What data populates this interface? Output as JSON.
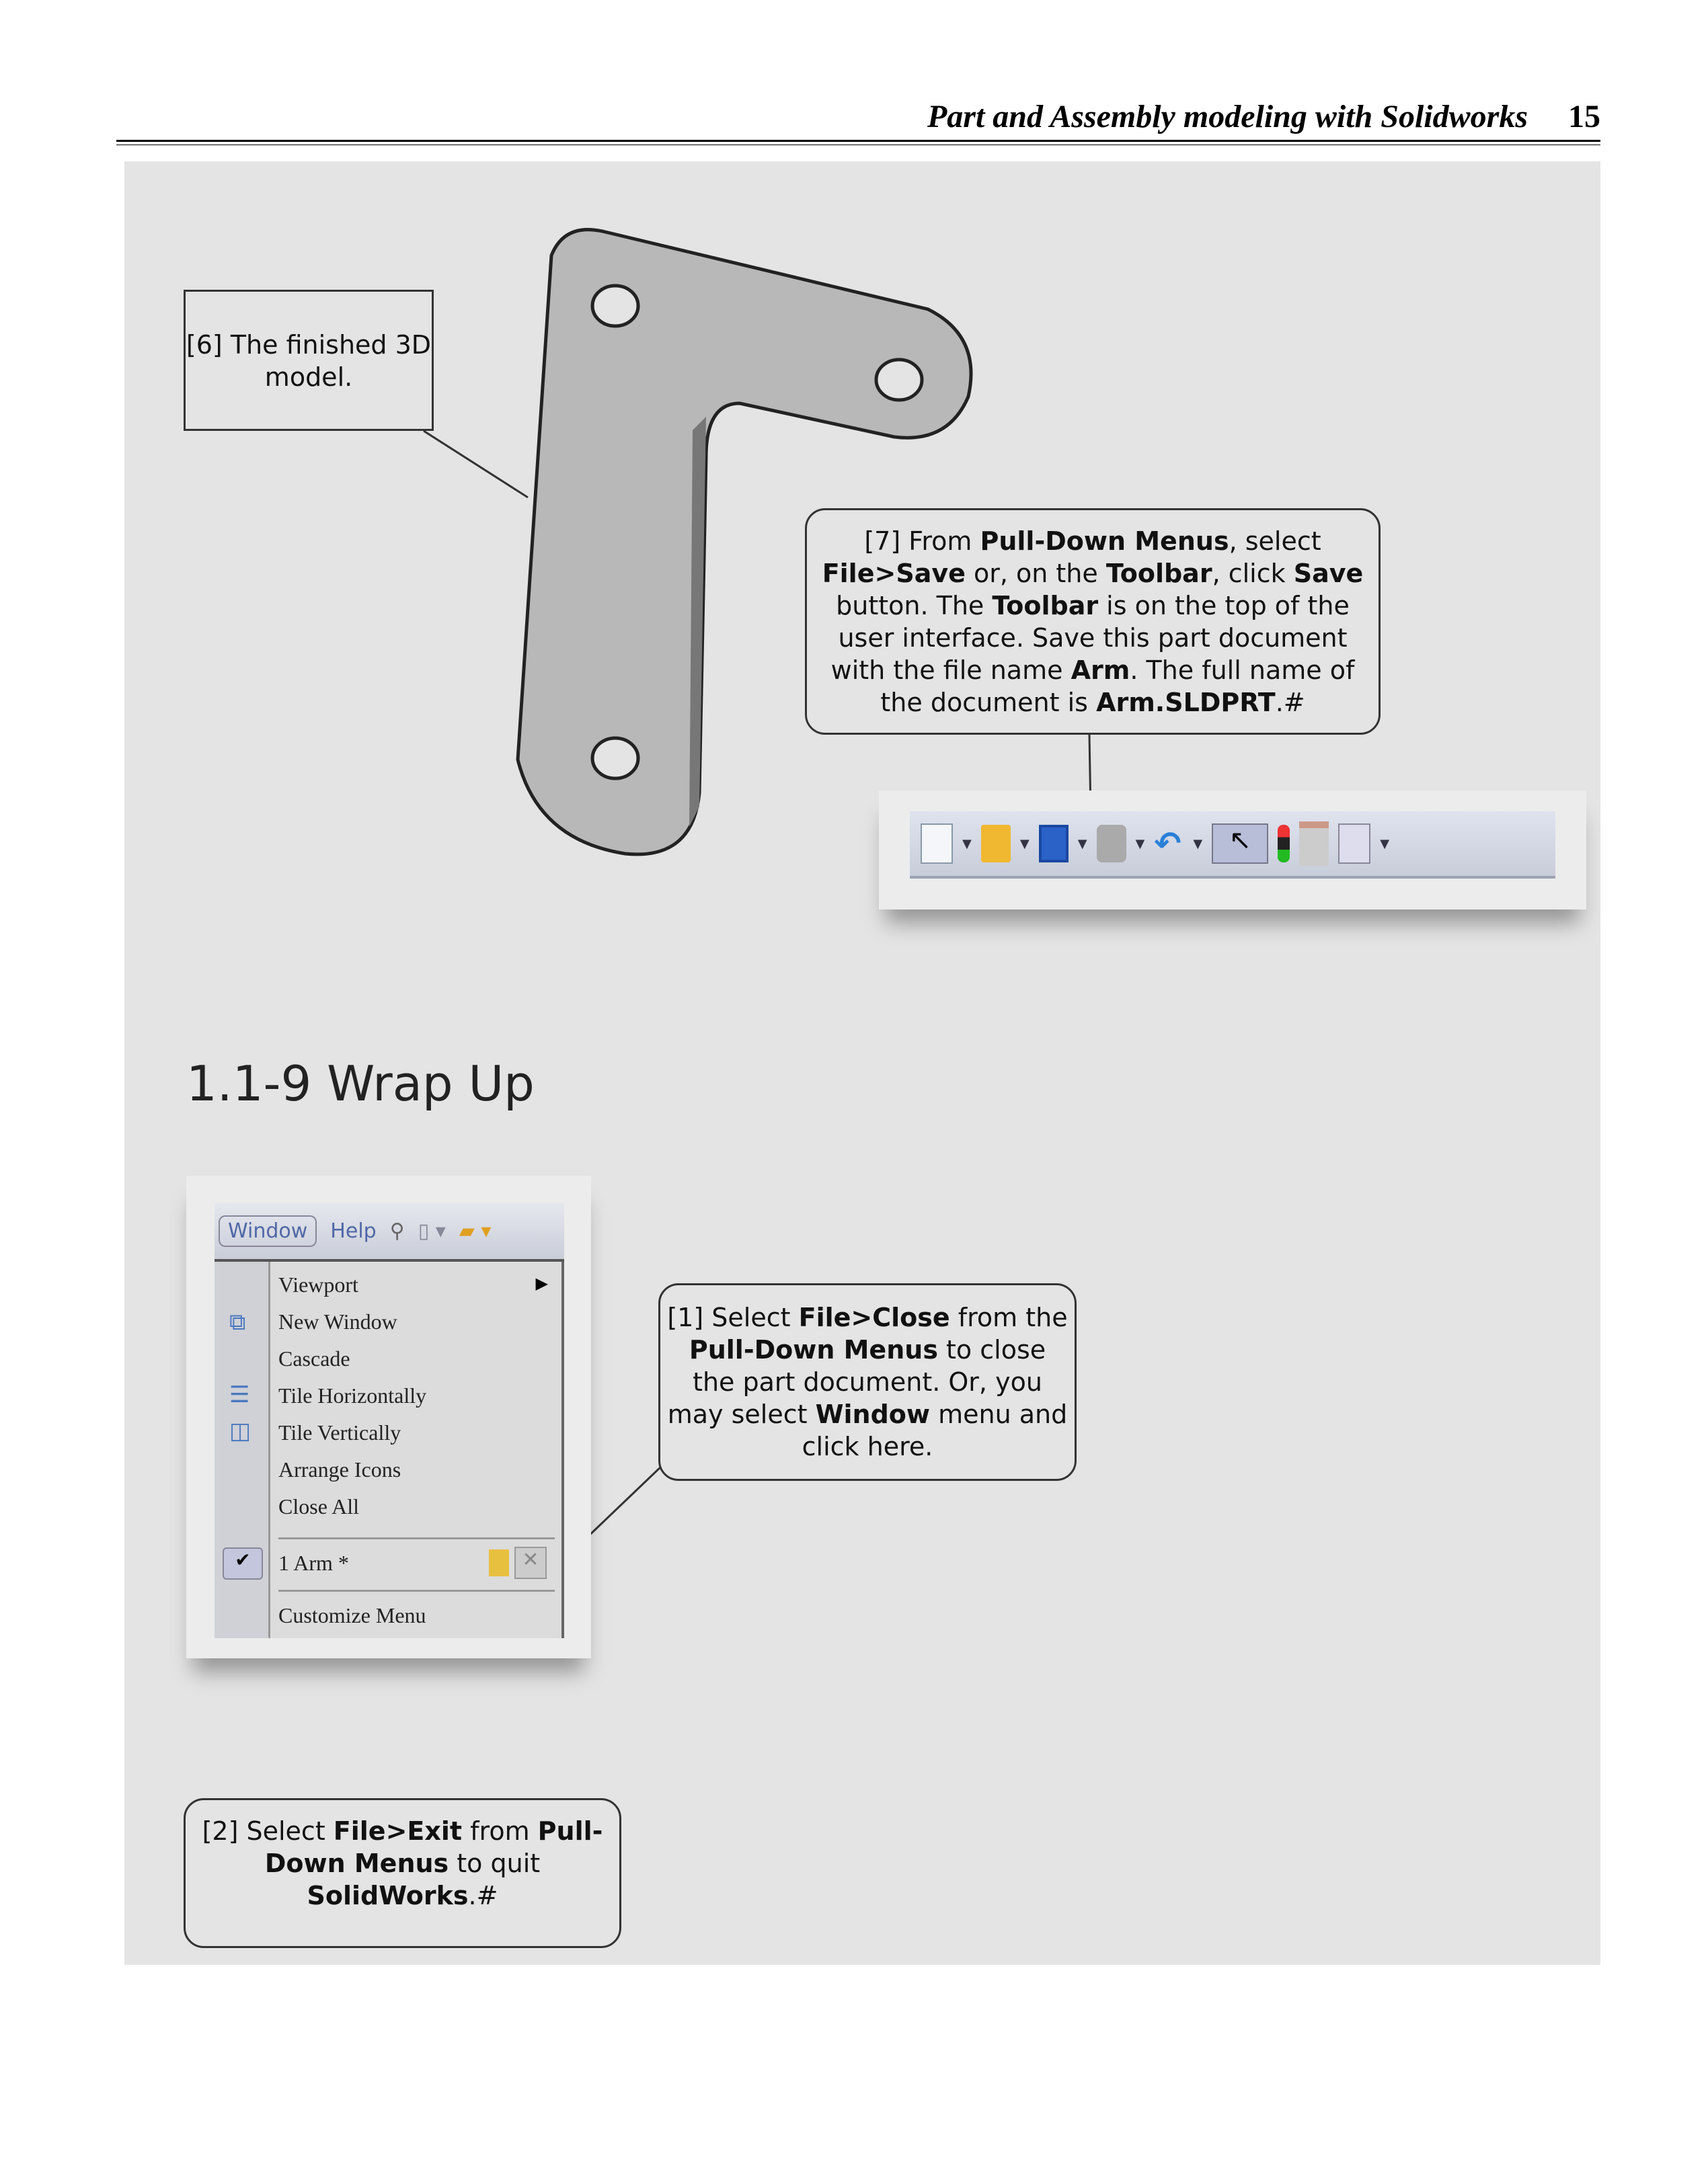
{
  "header": {
    "title": "Part and Assembly modeling with Solidworks",
    "page_number": "15"
  },
  "callout6": {
    "text": "[6] The finished 3D model."
  },
  "callout7": {
    "t1": "[7] From ",
    "b1": "Pull-Down Menus",
    "t2": ", select ",
    "b2": "File>Save",
    "t3": " or, on the ",
    "b3": "Toolbar",
    "t4": ", click ",
    "b4": "Save",
    "t5": " button. The ",
    "b5": "Toolbar",
    "t6": " is on the top of the user interface.  Save this part document with the file name ",
    "b6": "Arm",
    "t7": ". The full name of the document is ",
    "b7": "Arm.SLDPRT",
    "t8": ".#"
  },
  "section": {
    "heading": "1.1-9 Wrap Up"
  },
  "menu": {
    "bar": [
      "Window",
      "Help"
    ],
    "items": [
      "Viewport",
      "New Window",
      "Cascade",
      "Tile Horizontally",
      "Tile Vertically",
      "Arrange Icons",
      "Close All",
      "1 Arm *",
      "Customize Menu"
    ]
  },
  "callout1": {
    "t1": "[1] Select ",
    "b1": "File>Close",
    "t2": " from the ",
    "b2": "Pull-Down Menus",
    "t3": " to close the part document.  Or, you may select ",
    "b3": "Window",
    "t4": " menu and click here."
  },
  "callout2": {
    "t1": "[2] Select ",
    "b1": "File>Exit",
    "t2": " from ",
    "b2": "Pull-Down Menus",
    "t3": " to quit ",
    "b3": "SolidWorks",
    "t4": ".#"
  }
}
